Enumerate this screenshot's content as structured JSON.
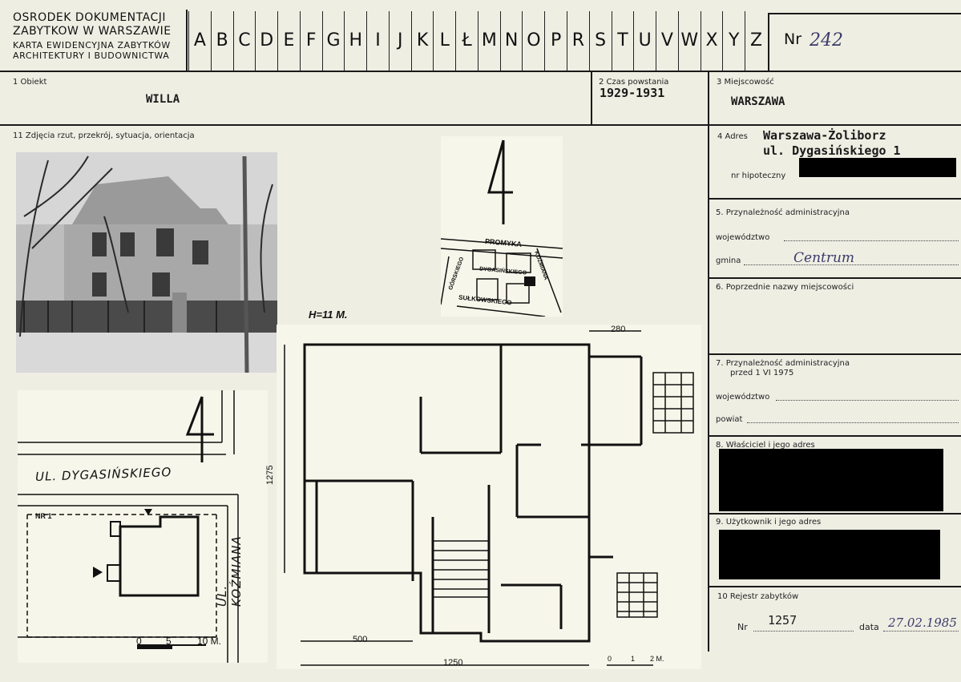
{
  "header": {
    "org_line1": "OSRODEK DOKUMENTACJI",
    "org_line2": "ZABYTKOW W WARSZAWIE",
    "org_line3": "KARTA EWIDENCYJNA ZABYTKÓW",
    "org_line4": "ARCHITEKTURY I BUDOWNICTWA",
    "letters": [
      "A",
      "B",
      "C",
      "D",
      "E",
      "F",
      "G",
      "H",
      "I",
      "J",
      "K",
      "L",
      "Ł",
      "M",
      "N",
      "O",
      "P",
      "R",
      "S",
      "T",
      "U",
      "V",
      "W",
      "X",
      "Y",
      "Z"
    ],
    "nr_label": "Nr",
    "nr_value": "242"
  },
  "fields": {
    "obiekt_label": "1  Obiekt",
    "obiekt_value": "WILLA",
    "czas_label": "2  Czas powstania",
    "czas_value": "1929-1931",
    "miejscowosc_label": "3  Miejscowość",
    "miejscowosc_value": "WARSZAWA",
    "zdjecia_label": "11  Zdjęcia  rzut, przekrój, sytuacja, orientacja",
    "adres_label": "4  Adres",
    "adres_line1": "Warszawa-Żoliborz",
    "adres_line2": "ul. Dygasińskiego 1",
    "hipoteczny_label": "nr  hipoteczny",
    "przynaleznosc_label": "5.  Przynależność  administracyjna",
    "wojewodztwo_label": "województwo",
    "gmina_label": "gmina",
    "gmina_value": "Centrum",
    "poprzednie_label": "6.  Poprzednie  nazwy  miejscowości",
    "przynaleznosc2_label": "7.  Przynależność  administracyjna",
    "przynaleznosc2_sub": "przed  1  VI  1975",
    "wojewodztwo2_label": "województwo",
    "powiat_label": "powiat",
    "wlasciciel_label": "8.  Właściciel  i  jego  adres",
    "uzytkownik_label": "9.  Użytkownik  i  jego  adres",
    "rejestr_label": "10  Rejestr  zabytków",
    "rejestr_nr_label": "Nr",
    "rejestr_nr_value": "1257",
    "data_label": "data",
    "data_value": "27.02.1985"
  },
  "drawings": {
    "height_note": "H=11 M.",
    "dim_280": "280",
    "dim_1275": "1275",
    "dim_500": "500",
    "dim_1250": "1250",
    "scale_plan": [
      "0",
      "1",
      "2 M."
    ],
    "street_dygasinskiego": "UL. DYGASIŃSKIEGO",
    "street_kozmiana": "UL. KOŹMIANA",
    "site_nr": "NR 1",
    "site_scale": [
      "0",
      "5",
      "10 M."
    ],
    "map_promyka": "PROMYKA",
    "map_dygasinskiego": "DYGASIŃSKIEGO",
    "map_sulkowskiego": "SUŁKOWSKIEGO",
    "map_gorskiego": "GÓRSKIEGO",
    "map_kozmiana": "KOŹMIANA"
  }
}
